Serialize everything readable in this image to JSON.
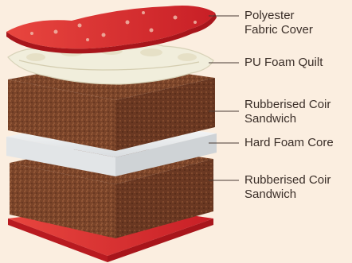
{
  "layers": [
    {
      "id": "cover",
      "lines": [
        "Polyester",
        "Fabric Cover"
      ]
    },
    {
      "id": "quilt",
      "lines": [
        "PU Foam Quilt"
      ]
    },
    {
      "id": "coir_top",
      "lines": [
        "Rubberised Coir",
        "Sandwich"
      ]
    },
    {
      "id": "core",
      "lines": [
        "Hard Foam Core"
      ]
    },
    {
      "id": "coir_bottom",
      "lines": [
        "Rubberised Coir",
        "Sandwich"
      ]
    }
  ],
  "colors": {
    "background": "#fbeee0",
    "fabric_red": "#e23b3b",
    "quilt_white": "#f1eedc",
    "coir_brown": "#7a4429",
    "foam_white": "#eef0f0",
    "base_red": "#d8262a",
    "leader_line": "#4a3a33"
  }
}
